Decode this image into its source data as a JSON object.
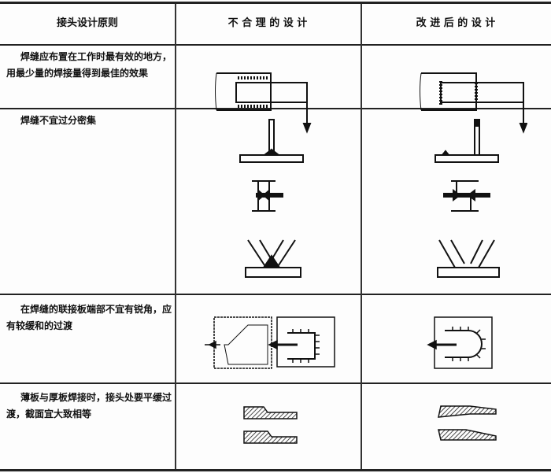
{
  "header": {
    "principle": "接头设计原则",
    "bad": "不 合 理 的 设 计",
    "improved": "改 进 后 的 设 计"
  },
  "rows": [
    {
      "principle": "焊缝应布置在工作时最有效的地方，用最少量的焊接量得到最佳的效果"
    },
    {
      "principle": "焊缝不宜过分密集"
    },
    {
      "principle": "在焊缝的联接板端部不宜有锐角，应有较缓和的过渡"
    },
    {
      "principle": "薄板与厚板焊接时，接头处要平缓过渡，截面宜大致相等"
    }
  ]
}
